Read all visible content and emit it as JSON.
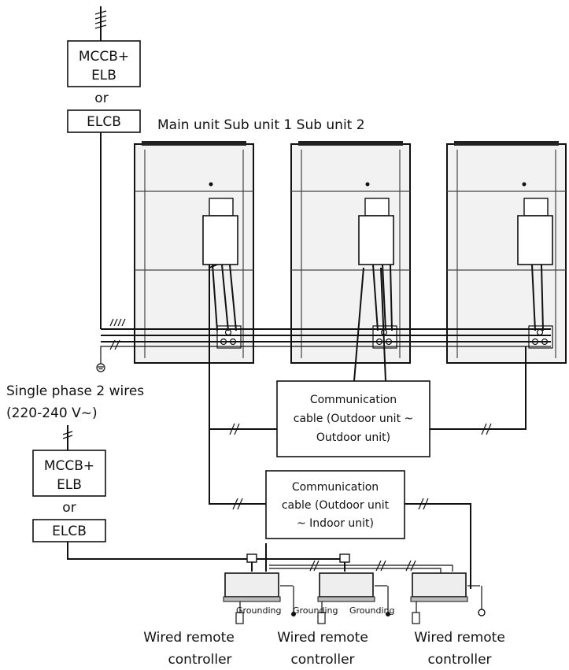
{
  "power_main": {
    "breaker_top": "MCCB+",
    "breaker_bottom": "ELB",
    "or": "or",
    "alt": "ELCB"
  },
  "units_caption": "Main unit Sub unit 1 Sub unit 2",
  "supply": {
    "line1": "Single phase 2 wires",
    "line2": "(220-240 V~)"
  },
  "power_indoor": {
    "breaker_top": "MCCB+",
    "breaker_bottom": "ELB",
    "or": "or",
    "alt": "ELCB"
  },
  "comm_outdoor": {
    "line1": "Communication",
    "line2": "cable (Outdoor unit ~",
    "line3": "Outdoor unit)"
  },
  "comm_indoor": {
    "line1": "Communication",
    "line2": "cable (Outdoor unit",
    "line3": "~ Indoor unit)"
  },
  "grounding": [
    "Grounding",
    "Grounding",
    "Grounding"
  ],
  "remotes": [
    {
      "line1": "Wired remote",
      "line2": "controller"
    },
    {
      "line1": "Wired remote",
      "line2": "controller"
    },
    {
      "line1": "Wired remote",
      "line2": "controller"
    }
  ]
}
